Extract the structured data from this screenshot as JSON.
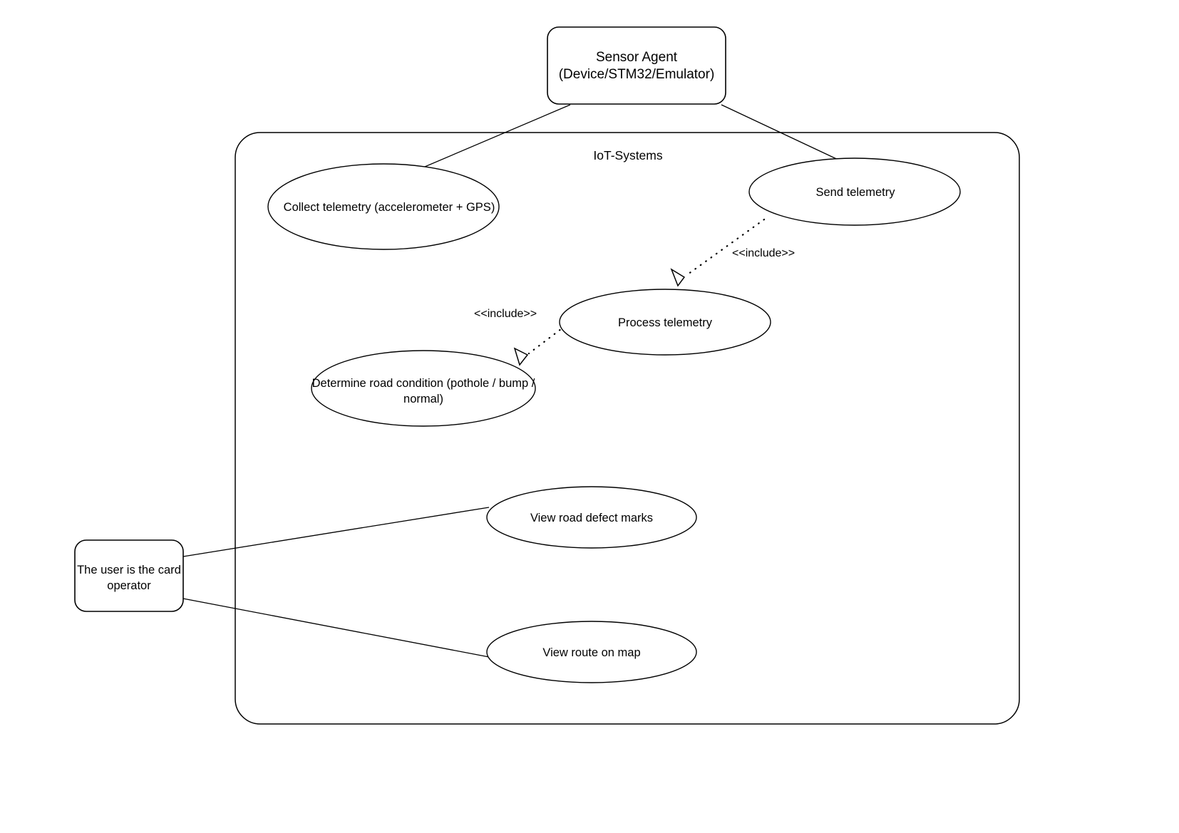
{
  "diagram": {
    "type": "uml-use-case-diagram",
    "background_color": "#ffffff",
    "stroke_color": "#000000",
    "system_boundary": {
      "title": "IoT-Systems"
    },
    "actors": [
      {
        "id": "sensor-agent",
        "line1": "Sensor Agent",
        "line2": "(Device/STM32/Emulator)"
      },
      {
        "id": "user-card-operator",
        "line1": "The user is the card",
        "line2": "operator"
      }
    ],
    "use_cases": [
      {
        "id": "collect-telemetry",
        "label": "Collect telemetry (accelerometer + GPS)"
      },
      {
        "id": "send-telemetry",
        "label": "Send telemetry"
      },
      {
        "id": "process-telemetry",
        "label": "Process telemetry"
      },
      {
        "id": "determine-road-condition",
        "line1": "Determine road condition (pothole / bump /",
        "line2": "normal)"
      },
      {
        "id": "view-road-defect-marks",
        "label": "View road defect marks"
      },
      {
        "id": "view-route-on-map",
        "label": "View route on map"
      }
    ],
    "relationships": [
      {
        "id": "include-send-to-process",
        "kind": "include",
        "stereotype": "<<include>>",
        "from": "send-telemetry",
        "to": "process-telemetry"
      },
      {
        "id": "include-process-to-determine",
        "kind": "include",
        "stereotype": "<<include>>",
        "from": "process-telemetry",
        "to": "determine-road-condition"
      },
      {
        "id": "assoc-agent-collect",
        "kind": "association",
        "from": "sensor-agent",
        "to": "collect-telemetry"
      },
      {
        "id": "assoc-agent-send",
        "kind": "association",
        "from": "sensor-agent",
        "to": "send-telemetry"
      },
      {
        "id": "assoc-user-defects",
        "kind": "association",
        "from": "user-card-operator",
        "to": "view-road-defect-marks"
      },
      {
        "id": "assoc-user-route",
        "kind": "association",
        "from": "user-card-operator",
        "to": "view-route-on-map"
      }
    ]
  }
}
